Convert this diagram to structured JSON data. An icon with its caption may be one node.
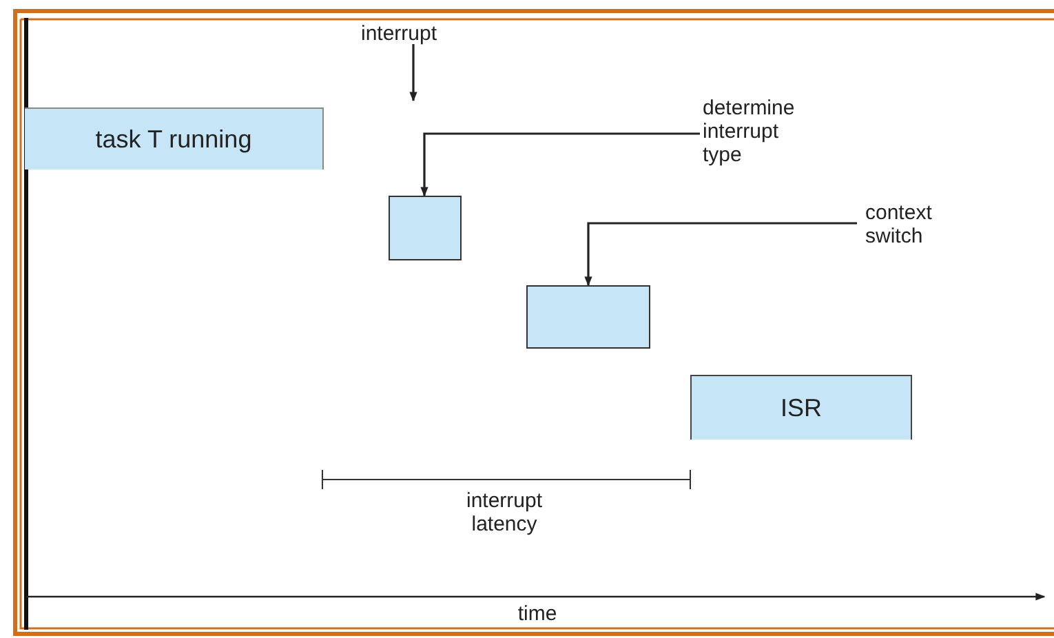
{
  "diagram": {
    "nodes": [
      {
        "text": [
          "task T running"
        ]
      },
      {
        "text": [],
        "shape": "box"
      },
      {
        "text": [],
        "shape": "box"
      },
      {
        "text": [
          "ISR"
        ]
      },
      {
        "text": [
          "interrupt"
        ]
      },
      {
        "text": [
          "determine interrupt type"
        ]
      },
      {
        "text": [
          "context switch"
        ]
      }
    ],
    "edges": [
      {
        "from": 4,
        "to": null,
        "arrow": "to"
      },
      {
        "from": 5,
        "to": 1,
        "arrow": "to"
      },
      {
        "from": 6,
        "to": 2,
        "arrow": "to"
      }
    ],
    "labels": [
      "interrupt latency",
      "time"
    ]
  }
}
